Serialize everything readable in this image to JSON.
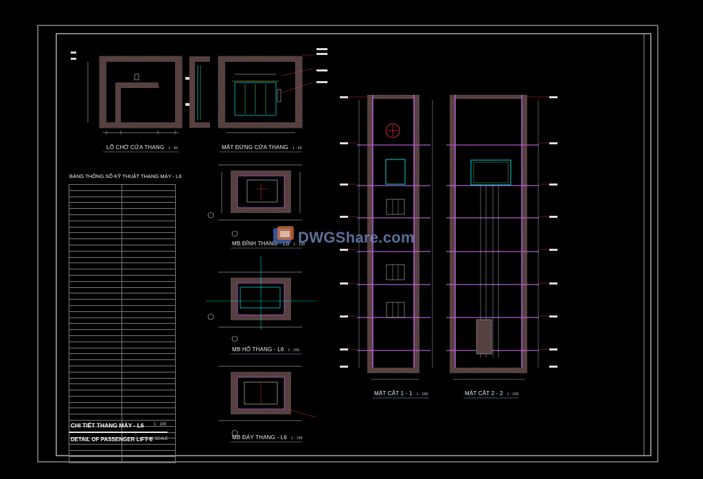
{
  "views": {
    "door_opening": {
      "title": "LÔ CHỜ CỬA THANG",
      "scale": "1 : 50"
    },
    "door_elevation": {
      "title": "MẶT ĐỨNG CỬA THANG",
      "scale": "1 : 50"
    },
    "top_plan": {
      "title": "MB ĐỈNH THANG - L6",
      "scale": "1 : 100"
    },
    "pit_shaft_plan": {
      "title": "MB HỐ THANG - L6",
      "scale": "1 : 100"
    },
    "bottom_plan": {
      "title": "MB ĐÁY THANG - L6",
      "scale": "1 : 100"
    },
    "section_1": {
      "title": "MẶT CẮT 1 - 1",
      "scale": "1 : 100"
    },
    "section_2": {
      "title": "MẶT CẮT 2 - 2",
      "scale": "1 : 100"
    }
  },
  "spec_table": {
    "title": "BẢNG THÔNG SỐ KỸ THUẬT THANG MÁY - L6",
    "row_count": 46
  },
  "title_block": {
    "vn": "CHI TIẾT THANG MÁY - L6",
    "vn_scale": "1 : 100",
    "en": "DETAIL OF PASSENGER LIFT 6",
    "en_scale": "1 : 100 SCALE"
  },
  "watermark": {
    "text": "DWGShare.com"
  },
  "colors": {
    "background": "#000000",
    "frame": "#d8d8d8",
    "wall_magenta": "#b05cd0",
    "cyan": "#00d4d4",
    "red": "#e03030",
    "green": "#39d06a",
    "yellow": "#e8d040",
    "wall_hatch": "#5a3a3a"
  }
}
